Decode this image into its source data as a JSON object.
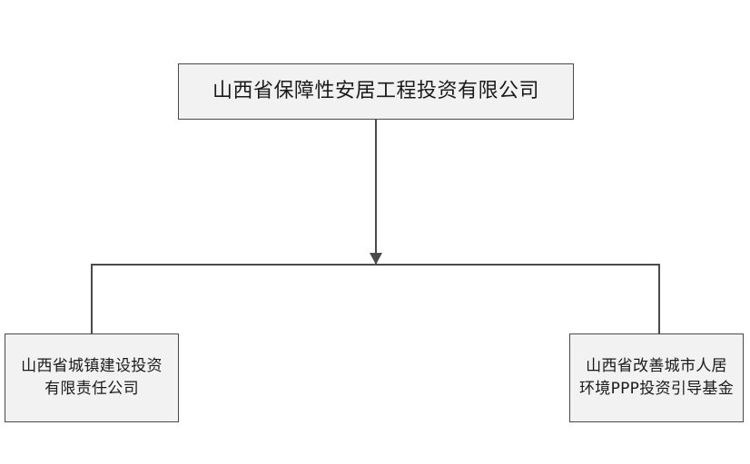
{
  "diagram": {
    "type": "org-chart",
    "background_color": "#ffffff",
    "node_fill_color": "#f2f2f2",
    "node_border_color": "#4a4a4a",
    "connector_color": "#4a4a4a",
    "text_color": "#1a1a1a",
    "root": {
      "label": "山西省保障性安居工程投资有限公司"
    },
    "children": [
      {
        "label": "山西省城镇建设投资\n有限责任公司"
      },
      {
        "label": "山西省改善城市人居\n环境PPP投资引导基金"
      }
    ],
    "connectors": {
      "trunk": "vertical-line-with-down-arrow",
      "bus": "horizontal-line",
      "drop_left": "vertical-line",
      "drop_right": "vertical-line",
      "arrow_name": "arrow-down-icon"
    }
  }
}
